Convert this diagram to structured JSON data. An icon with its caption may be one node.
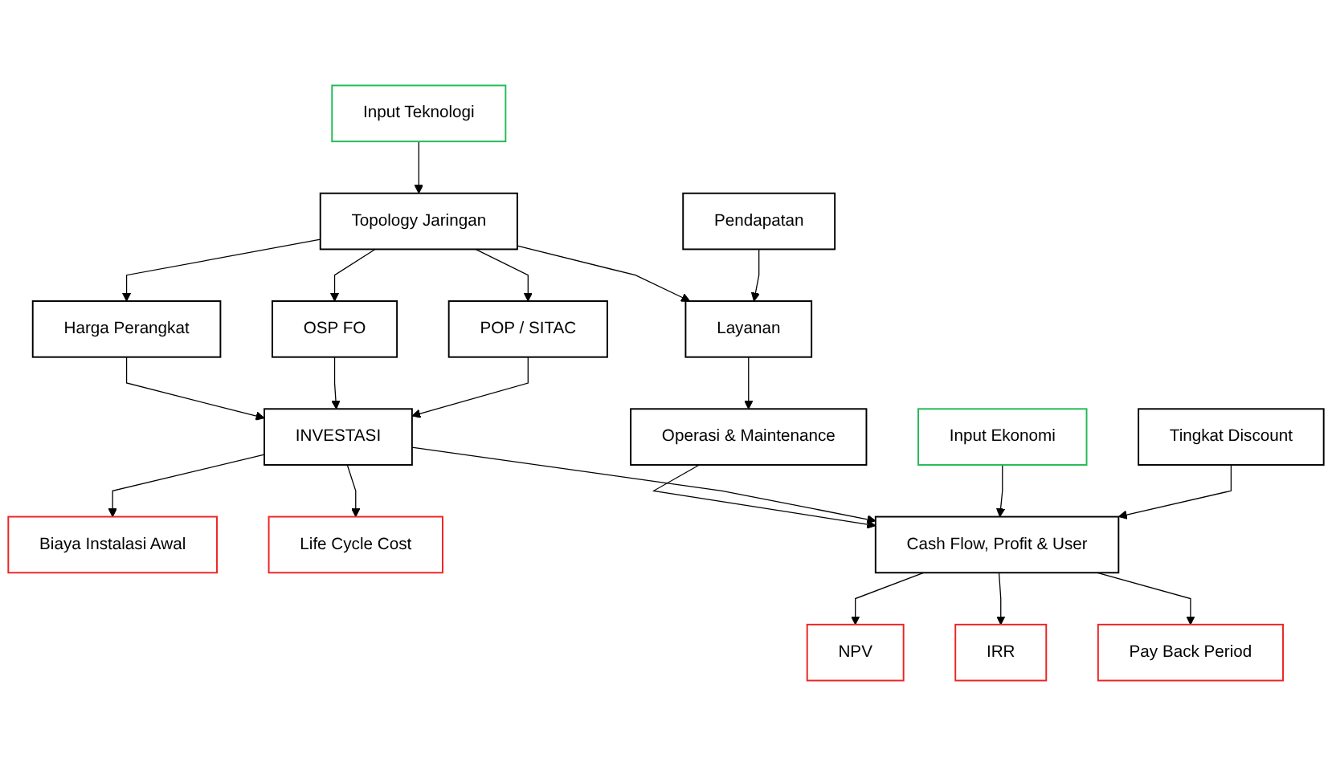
{
  "diagram": {
    "nodes": [
      {
        "text": [
          "Topology Jaringan"
        ]
      },
      {
        "text": [
          "Input Teknologi"
        ]
      },
      {
        "text": [
          "Layanan"
        ]
      },
      {
        "text": [
          "Harga Perangkat"
        ]
      },
      {
        "text": [
          "OSP FO"
        ]
      },
      {
        "text": [
          "POP / SITAC"
        ]
      },
      {
        "text": [
          "Biaya Instalasi Awal"
        ]
      },
      {
        "text": [
          "Pendapatan"
        ]
      },
      {
        "text": [
          "Operasi & Maintenance"
        ]
      },
      {
        "text": [
          "INVESTASI"
        ]
      },
      {
        "text": [
          "Life Cycle Cost"
        ]
      },
      {
        "text": [
          "Input Ekonomi"
        ]
      },
      {
        "text": [
          "Cash Flow, Profit & User"
        ]
      },
      {
        "text": [
          "Tingkat Discount"
        ]
      },
      {
        "text": [
          "NPV"
        ]
      },
      {
        "text": [
          "IRR"
        ]
      },
      {
        "text": [
          "Pay Back Period"
        ]
      }
    ],
    "edges": [
      {
        "from": 1,
        "to": 0,
        "arrow": "to"
      },
      {
        "from": 0,
        "to": 2,
        "arrow": "to"
      },
      {
        "from": 0,
        "to": 3,
        "arrow": "to"
      },
      {
        "from": 0,
        "to": 4,
        "arrow": "to"
      },
      {
        "from": 0,
        "to": 5,
        "arrow": "to"
      },
      {
        "from": 7,
        "to": 2,
        "arrow": "to"
      },
      {
        "from": 2,
        "to": 8,
        "arrow": "to"
      },
      {
        "from": 3,
        "to": 9,
        "arrow": "to"
      },
      {
        "from": 4,
        "to": 9,
        "arrow": "to"
      },
      {
        "from": 5,
        "to": 9,
        "arrow": "to"
      },
      {
        "from": 9,
        "to": 6,
        "arrow": "to"
      },
      {
        "from": 9,
        "to": 10,
        "arrow": "to"
      },
      {
        "from": 8,
        "to": 12,
        "arrow": "to"
      },
      {
        "from": 9,
        "to": 12,
        "arrow": "to"
      },
      {
        "from": 11,
        "to": 12,
        "arrow": "to"
      },
      {
        "from": 13,
        "to": 12,
        "arrow": "to"
      },
      {
        "from": 12,
        "to": 14,
        "arrow": "to"
      },
      {
        "from": 12,
        "to": 15,
        "arrow": "to"
      },
      {
        "from": 12,
        "to": 16,
        "arrow": "to"
      }
    ]
  }
}
